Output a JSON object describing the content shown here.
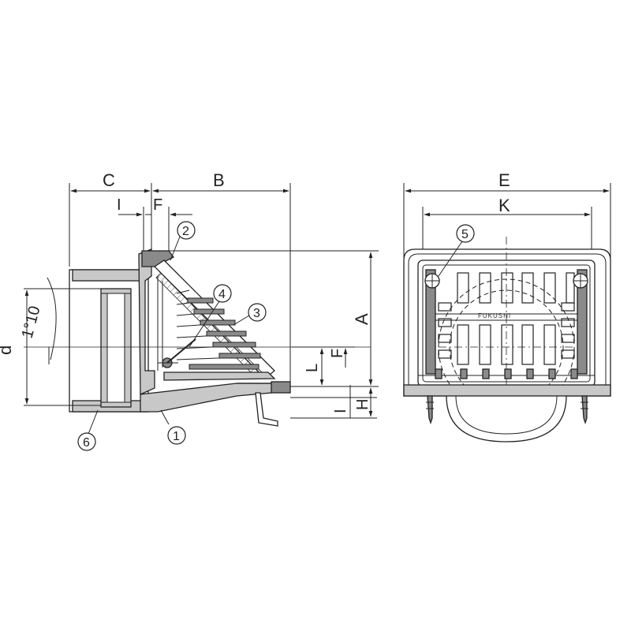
{
  "dimensions": {
    "C": "C",
    "B": "B",
    "I_top": "I",
    "F_top": "F",
    "A": "A",
    "d": "d",
    "angle": "1°10",
    "L": "L",
    "F_right": "F",
    "H": "H",
    "I_right": "I",
    "E": "E",
    "K": "K"
  },
  "callouts": {
    "c1": "1",
    "c2": "2",
    "c3": "3",
    "c4": "4",
    "c5": "5",
    "c6": "6"
  },
  "grate": {
    "brand": "FUKUSHI"
  },
  "colors": {
    "line": "#222222",
    "fill_gray": "#c8c8c8",
    "fill_dark": "#8a8a8a",
    "background": "#ffffff"
  }
}
